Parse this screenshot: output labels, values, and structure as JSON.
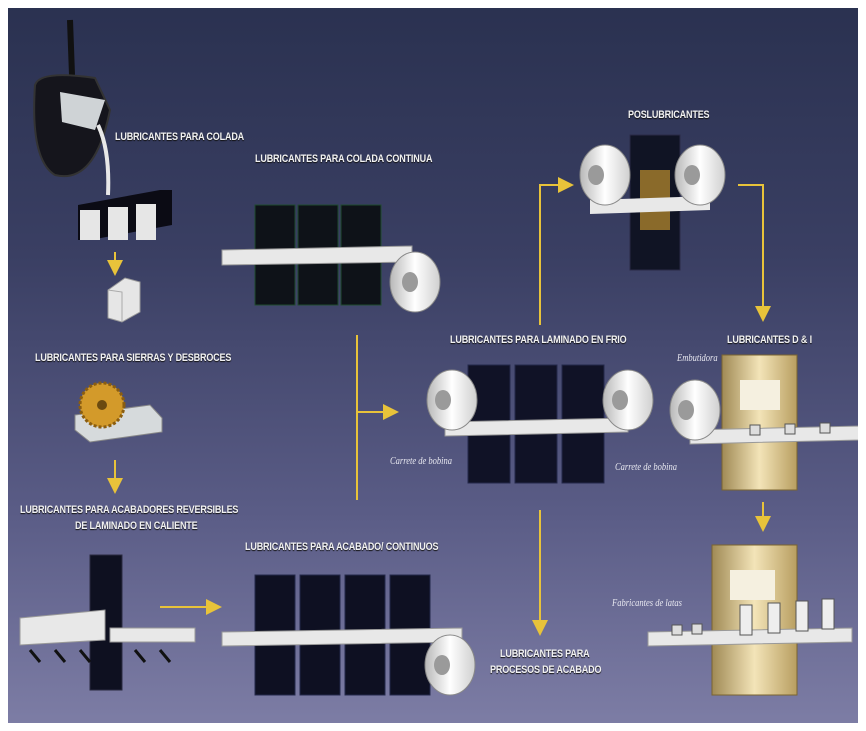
{
  "labels": {
    "colada": "LUBRICANTES PARA COLADA",
    "colada_continua": "LUBRICANTES PARA COLADA CONTINUA",
    "poslubricantes": "POSLUBRICANTES",
    "sierras": "LUBRICANTES PARA SIERRAS Y DESBROCES",
    "laminado_frio": "LUBRICANTES PARA LAMINADO EN FRIO",
    "d_i": "LUBRICANTES D & I",
    "acabadores_1": "LUBRICANTES PARA ACABADORES REVERSIBLES",
    "acabadores_2": "DE LAMINADO EN CALIENTE",
    "acabado_continuos": "LUBRICANTES PARA ACABADO/ CONTINUOS",
    "procesos_1": "LUBRICANTES PARA",
    "procesos_2": "PROCESOS DE ACABADO"
  },
  "captions": {
    "carrete_left": "Carrete de bobina",
    "carrete_right": "Carrete de bobina",
    "embutidora": "Embutidora",
    "fabricantes": "Fabricantes de latas"
  },
  "colors": {
    "arrow": "#e8c33a",
    "machine": "#101020",
    "strip": "#e4e4e4",
    "press": "#d8c28a"
  }
}
